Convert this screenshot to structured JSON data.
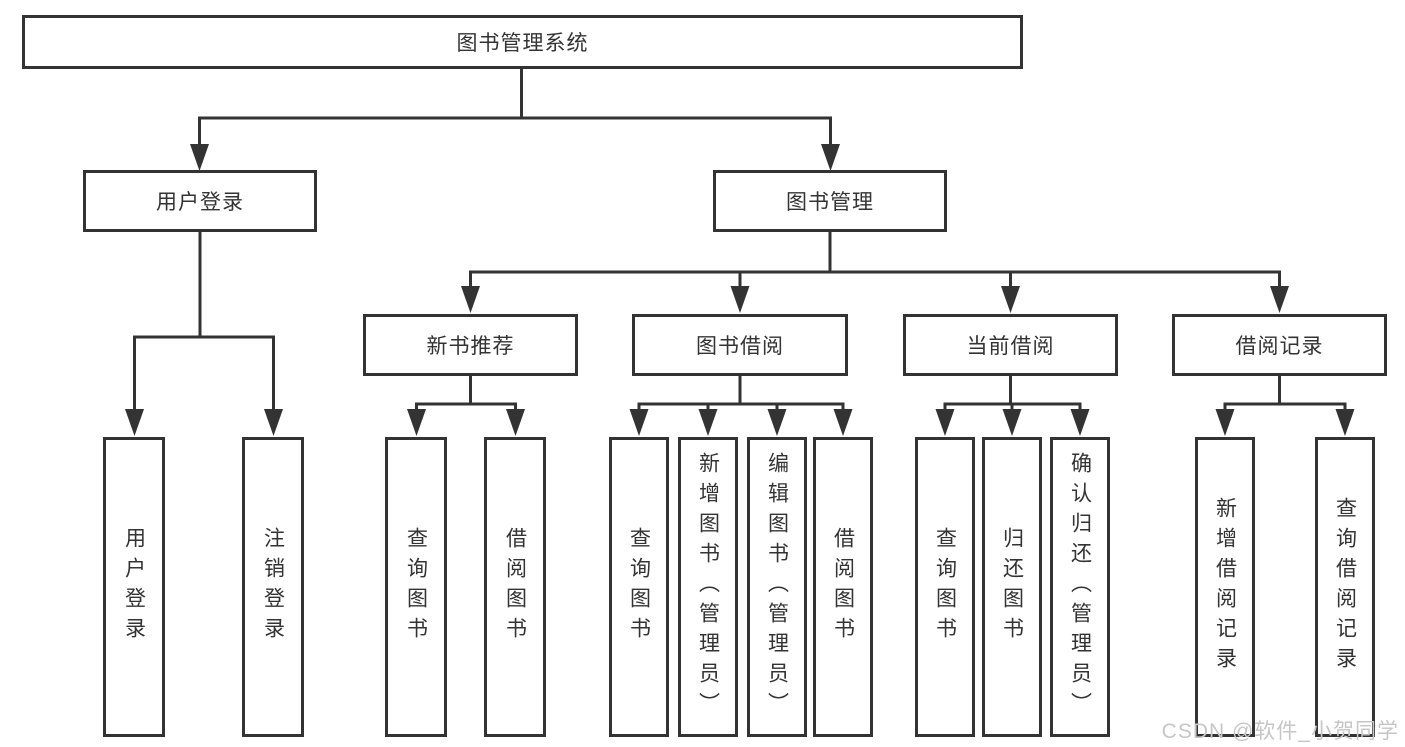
{
  "page": {
    "watermark": "CSDN @软件_小贺同学"
  },
  "colors": {
    "line": "#333333",
    "box_border": "#333333",
    "text": "#333333",
    "watermark": "#c6c6c6",
    "background": "#ffffff"
  },
  "tree": {
    "root": {
      "label": "图书管理系统"
    },
    "level2": [
      {
        "label": "用户登录",
        "parent": "图书管理系统"
      },
      {
        "label": "图书管理",
        "parent": "图书管理系统"
      }
    ],
    "level3": [
      {
        "label": "新书推荐",
        "parent": "图书管理"
      },
      {
        "label": "图书借阅",
        "parent": "图书管理"
      },
      {
        "label": "当前借阅",
        "parent": "图书管理"
      },
      {
        "label": "借阅记录",
        "parent": "图书管理"
      }
    ],
    "level4": [
      {
        "label": "用户登录",
        "parent": "用户登录"
      },
      {
        "label": "注销登录",
        "parent": "用户登录"
      },
      {
        "label": "查询图书",
        "parent": "新书推荐"
      },
      {
        "label": "借阅图书",
        "parent": "新书推荐"
      },
      {
        "label": "查询图书",
        "parent": "图书借阅"
      },
      {
        "label": "新增图书（管理员）",
        "parent": "图书借阅"
      },
      {
        "label": "编辑图书（管理员）",
        "parent": "图书借阅"
      },
      {
        "label": "借阅图书",
        "parent": "图书借阅"
      },
      {
        "label": "查询图书",
        "parent": "当前借阅"
      },
      {
        "label": "归还图书",
        "parent": "当前借阅"
      },
      {
        "label": "确认归还（管理员）",
        "parent": "当前借阅"
      },
      {
        "label": "新增借阅记录",
        "parent": "借阅记录"
      },
      {
        "label": "查询借阅记录",
        "parent": "借阅记录"
      }
    ]
  }
}
